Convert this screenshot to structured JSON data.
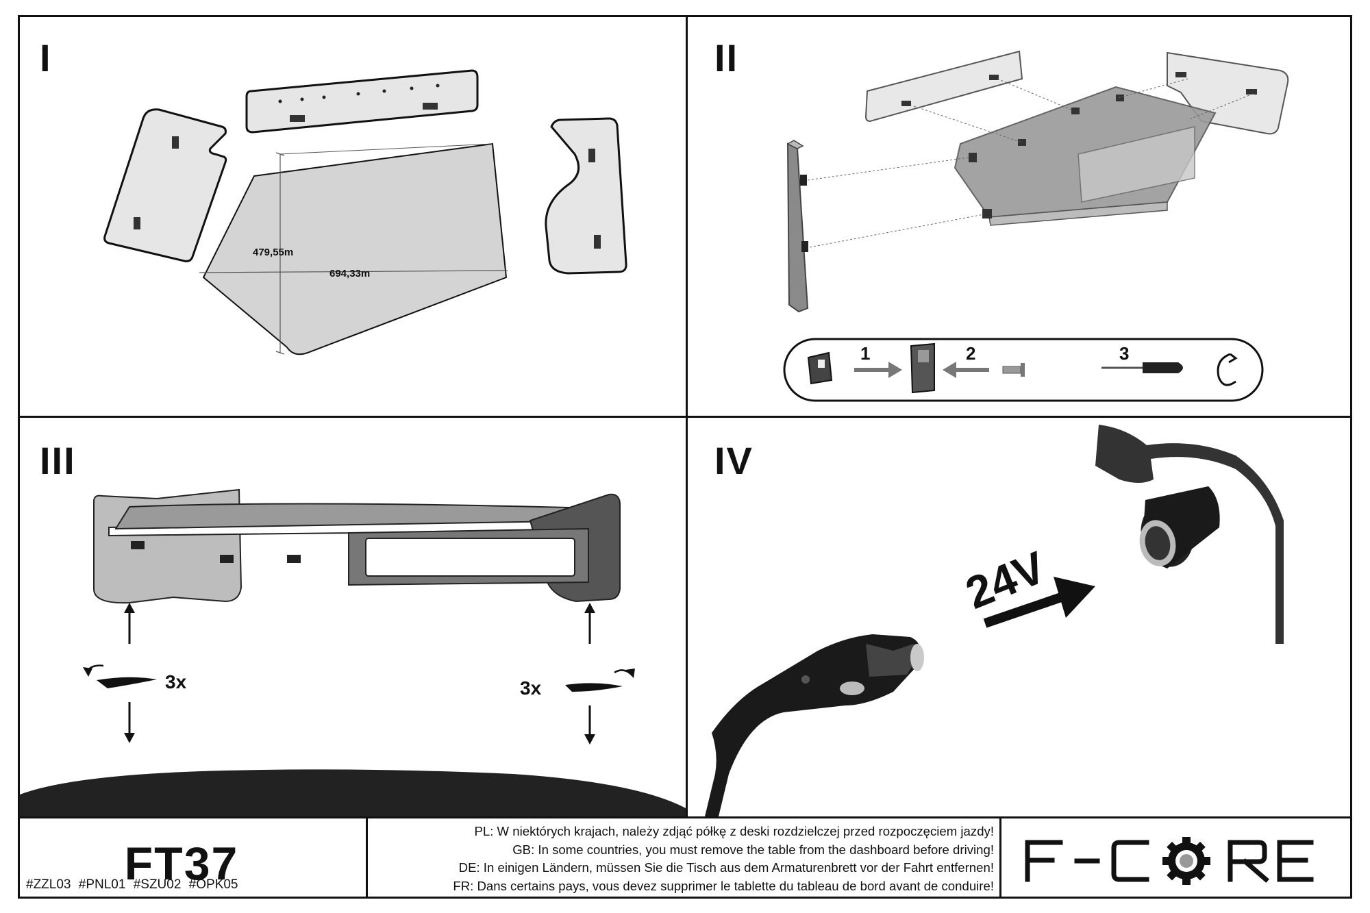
{
  "steps": {
    "step1": {
      "label": "I",
      "dimension_height": "479,55m",
      "dimension_width": "694,33m"
    },
    "step2": {
      "label": "II",
      "sequence": [
        {
          "number": "1",
          "icon": "connector-block-icon"
        },
        {
          "number": "2",
          "icon": "arrow-left-icon"
        },
        {
          "number": "3",
          "icon": "screwdriver-icon"
        }
      ]
    },
    "step3": {
      "label": "III",
      "left_turns": "3x",
      "right_turns": "3x"
    },
    "step4": {
      "label": "IV",
      "voltage": "24V"
    }
  },
  "footer": {
    "model": "FT37",
    "codes": "#ZZL03  #PNL01  #SZU02  #OPK05",
    "warnings": [
      "PL: W niektórych krajach, należy zdjąć półkę z deski rozdzielczej przed rozpoczęciem jazdy!",
      "GB: In some countries, you must remove the table from the dashboard before driving!",
      "DE: In einigen Ländern, müssen Sie die Tisch aus dem Armaturenbrett vor der Fahrt entfernen!",
      "FR: Dans certains pays, vous devez supprimer le tablette du tableau de bord avant de conduire!"
    ],
    "brand": "F-CORE"
  },
  "colors": {
    "ink": "#111111",
    "panel_gray": "#d4d4d4",
    "dark_gray": "#555555"
  }
}
